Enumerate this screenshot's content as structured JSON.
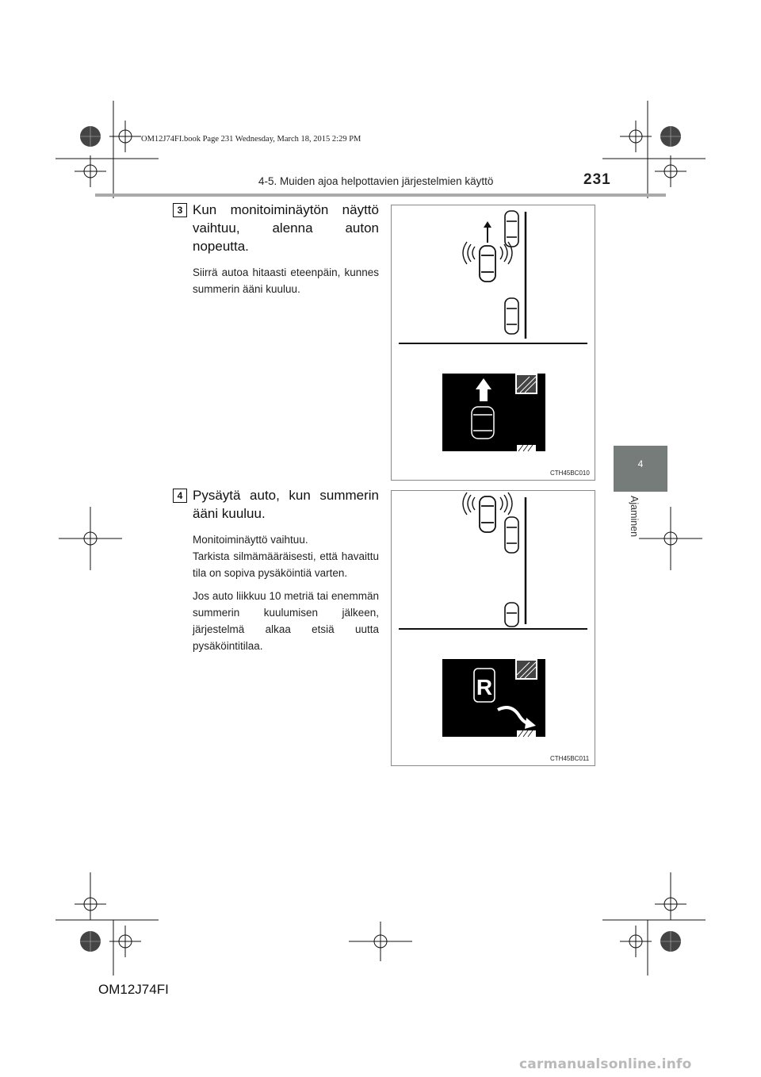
{
  "page": {
    "book_stamp": "OM12J74FI.book  Page 231  Wednesday, March 18, 2015  2:29 PM",
    "header_title": "4-5. Muiden ajoa helpottavien järjestelmien käyttö",
    "page_number": "231",
    "chapter_tab_number": "4",
    "chapter_label": "Ajaminen",
    "footer_code": "OM12J74FI",
    "watermark": "carmanualsonline.info"
  },
  "steps": [
    {
      "number": "3",
      "main": "Kun monitoiminäytön näyttö vaihtuu, alenna auton nopeutta.",
      "details": [
        "Siirrä autoa hitaasti eteenpäin, kunnes summerin ääni kuuluu."
      ],
      "figure_code": "CTH45BC010",
      "display_symbol": "arrow-up-icon"
    },
    {
      "number": "4",
      "main": "Pysäytä auto, kun summerin ääni kuuluu.",
      "details": [
        "Monitoiminäyttö vaihtuu.",
        "Tarkista silmämääräisesti, että havaittu tila on sopiva pysäköintiä varten.",
        "Jos auto liikkuu 10 metriä tai enemmän summerin kuulumisen jälkeen, järjestelmä alkaa etsiä uutta pysäköintitilaa."
      ],
      "figure_code": "CTH45BC011",
      "display_symbol": "reverse-gear-icon"
    }
  ],
  "colors": {
    "tab": "#767c7a",
    "rule": "#aaaaaa",
    "display": "#000000"
  }
}
